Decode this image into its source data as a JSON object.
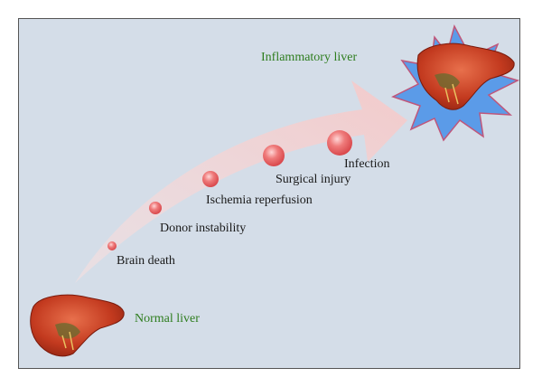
{
  "diagram": {
    "labels": {
      "normal_liver": "Normal liver",
      "inflammatory_liver": "Inflammatory liver"
    },
    "stages": [
      {
        "label": "Brain death"
      },
      {
        "label": "Donor instability"
      },
      {
        "label": "Ischemia reperfusion"
      },
      {
        "label": "Surgical injury"
      },
      {
        "label": "Infection"
      }
    ],
    "colors": {
      "background": "#d4dde8",
      "arrow": "#f7d6d6",
      "bubble": "#e0595a",
      "liver": "#c03a1e",
      "burst": "#5b9be8",
      "green_text": "#2e7d1e"
    }
  }
}
